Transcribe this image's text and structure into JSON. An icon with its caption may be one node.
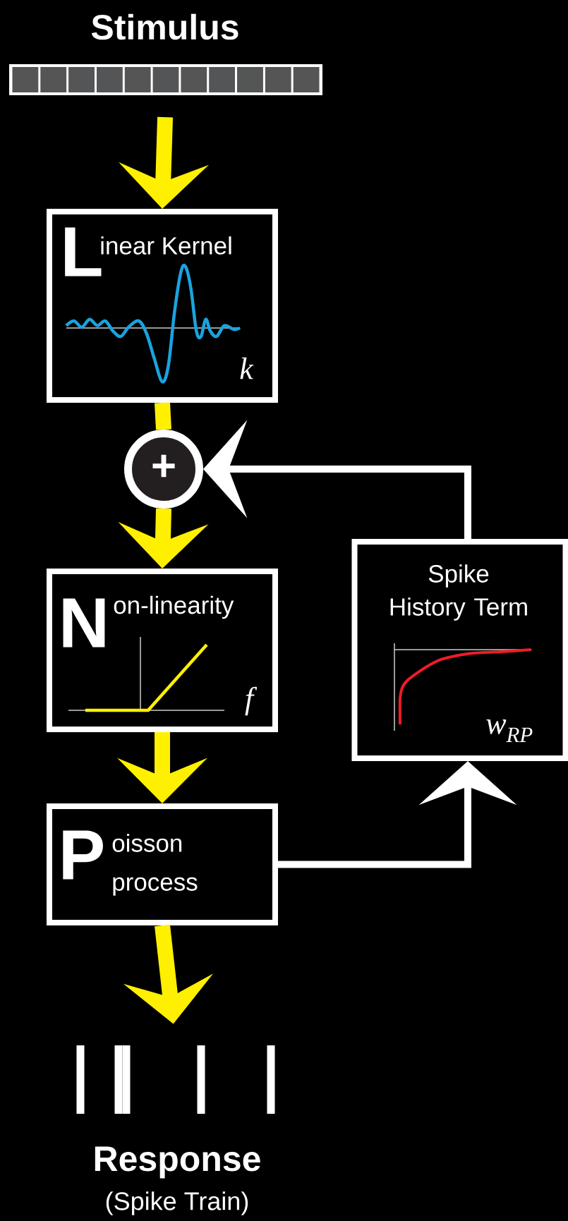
{
  "diagram": {
    "nodes": [
      {
        "text": [
          "Stimulus"
        ]
      },
      {
        "text": [
          "L",
          "inear Kernel",
          "k"
        ]
      },
      {
        "text": [
          "+"
        ]
      },
      {
        "text": [
          "N",
          "on-linearity",
          "f"
        ]
      },
      {
        "text": [
          "P",
          "oisson process"
        ]
      },
      {
        "text": [
          "Spike History Term",
          "w$_{RP}$"
        ]
      },
      {
        "text": [
          "Response",
          "(Spike Train)"
        ]
      }
    ],
    "edges": [
      {
        "from": 0,
        "to": 1,
        "arrow": "to"
      },
      {
        "from": 1,
        "to": 2,
        "arrow": "none"
      },
      {
        "from": 2,
        "to": 3,
        "arrow": "to"
      },
      {
        "from": 3,
        "to": 4,
        "arrow": "to"
      },
      {
        "from": 4,
        "to": 6,
        "arrow": "to"
      },
      {
        "from": 4,
        "to": 5,
        "arrow": "to",
        "color": "#ffffff"
      },
      {
        "from": 5,
        "to": 2,
        "arrow": "to",
        "color": "#ffffff"
      }
    ]
  }
}
